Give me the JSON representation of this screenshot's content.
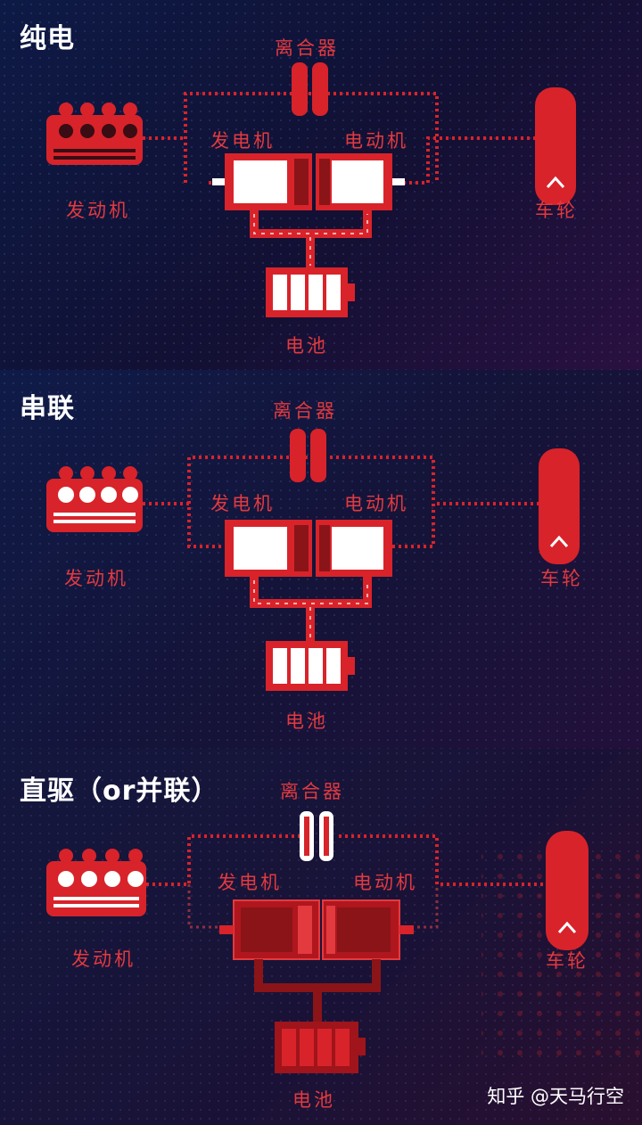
{
  "panels": [
    {
      "title": "纯电",
      "labels": {
        "clutch": "离合器",
        "generator": "发电机",
        "motor": "电动机",
        "engine": "发动机",
        "wheel": "车轮",
        "battery": "电池"
      }
    },
    {
      "title": "串联",
      "labels": {
        "clutch": "离合器",
        "generator": "发电机",
        "motor": "电动机",
        "engine": "发动机",
        "wheel": "车轮",
        "battery": "电池"
      }
    },
    {
      "title": "直驱（or并联）",
      "labels": {
        "clutch": "离合器",
        "generator": "发电机",
        "motor": "电动机",
        "engine": "发动机",
        "wheel": "车轮",
        "battery": "电池"
      }
    }
  ],
  "watermark": "知乎 @天马行空",
  "colors": {
    "accent": "#d8232a",
    "white": "#ffffff"
  }
}
